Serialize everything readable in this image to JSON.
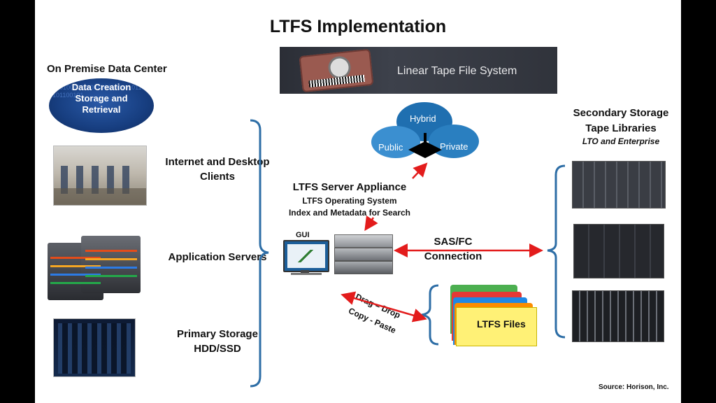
{
  "title": "LTFS Implementation",
  "banner": {
    "text": "Linear Tape File System"
  },
  "left": {
    "header": "On Premise Data Center",
    "oval_text": "Data Creation Storage and Retrieval",
    "oval_binary": "1010100101110010011001010110100101100101",
    "items": [
      {
        "label": "Internet and Desktop Clients"
      },
      {
        "label": "Application Servers"
      },
      {
        "label": "Primary Storage HDD/SSD"
      }
    ]
  },
  "cloud": {
    "top": "Hybrid",
    "left": "Public",
    "right": "Private"
  },
  "appliance": {
    "title": "LTFS Server Appliance",
    "line1": "LTFS Operating System",
    "line2": "Index and Metadata for Search",
    "gui_label": "GUI"
  },
  "connection": {
    "line1": "SAS/FC",
    "line2": "Connection"
  },
  "dragdrop": {
    "line1": "Drag – Drop",
    "line2": "Copy - Paste"
  },
  "files": {
    "label": "LTFS Files"
  },
  "right": {
    "title_line1": "Secondary Storage",
    "title_line2": "Tape Libraries",
    "subtitle": "LTO and Enterprise"
  },
  "source": "Source: Horison, Inc.",
  "colors": {
    "bracket": "#2e6ea6",
    "arrow": "#e31c1c",
    "cloud": "#2a7fc0"
  }
}
